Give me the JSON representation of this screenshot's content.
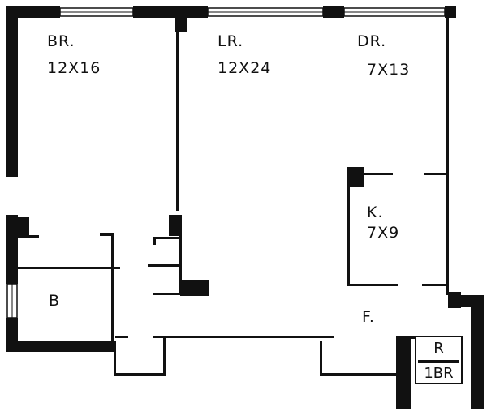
{
  "colors": {
    "wall": "#111111",
    "background": "#ffffff"
  },
  "rooms": {
    "bedroom": {
      "name": "BR.",
      "size": "12X16"
    },
    "living_room": {
      "name": "LR.",
      "size": "12X24"
    },
    "dining_room": {
      "name": "DR.",
      "size": "7X13"
    },
    "kitchen": {
      "name": "K.",
      "size": "7X9"
    },
    "bath": {
      "name": "B"
    },
    "foyer": {
      "name": "F."
    }
  },
  "unit_badge": {
    "top": "R",
    "bottom": "1BR"
  }
}
